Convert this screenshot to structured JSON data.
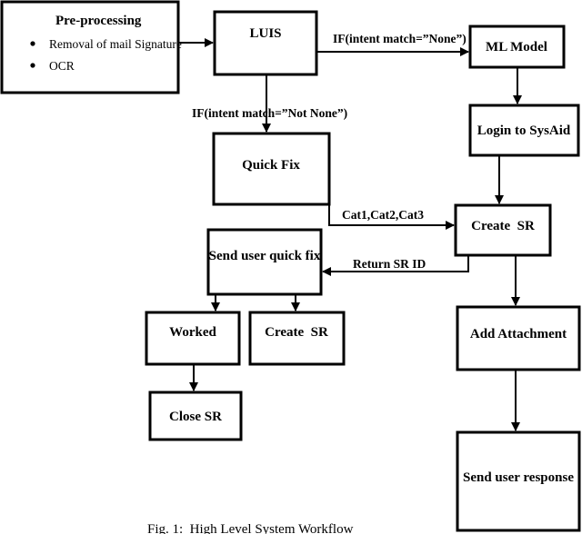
{
  "nodes": {
    "preprocessing": {
      "title": "Pre-processing",
      "items": [
        "Removal of mail Signature",
        "OCR"
      ]
    },
    "luis": "LUIS",
    "ml_model": "ML Model",
    "login_sysaid": "Login to SysAid",
    "quick_fix": "Quick Fix",
    "create_sr_main": "Create  SR",
    "send_user_quick_fix": "Send user quick fix",
    "worked": "Worked",
    "create_sr_alt": "Create  SR",
    "close_sr": "Close SR",
    "add_attachment": "Add Attachment",
    "send_user_response": "Send user response"
  },
  "edges": {
    "luis_to_ml": "IF(intent match=”None”)",
    "luis_to_quickfix": "IF(intent match=”Not None”)",
    "quickfix_to_createsr": "Cat1,Cat2,Cat3",
    "createsr_to_senduser": "Return SR ID"
  },
  "caption": "Fig. 1:  High Level System Workflow"
}
